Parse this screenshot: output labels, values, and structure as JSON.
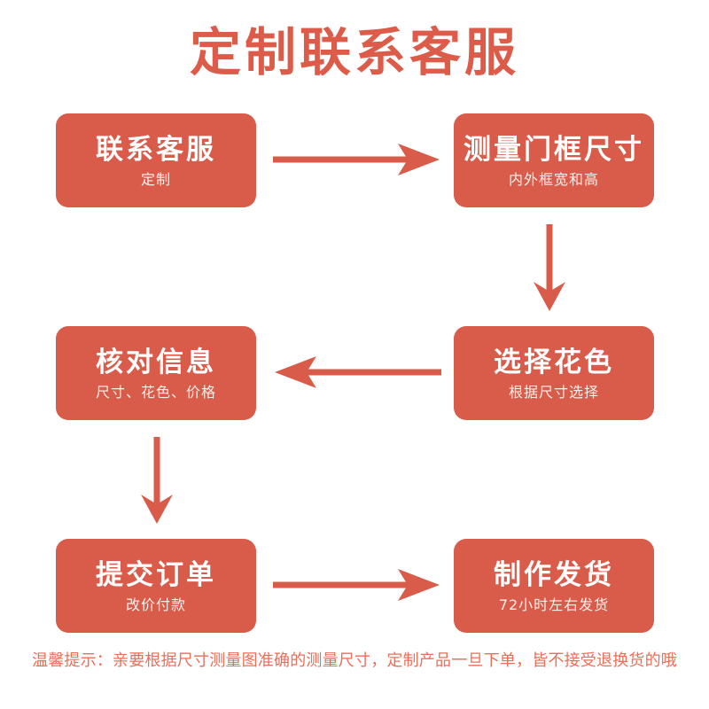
{
  "page": {
    "title": "定制联系客服",
    "background_color": "#ffffff",
    "accent_color": "#d95b4a",
    "title_color": "#dc5b49",
    "footer_color": "#ee6d58"
  },
  "flow": {
    "nodes": [
      {
        "id": "contact-service",
        "title": "联系客服",
        "subtitle": "定制",
        "order": 1
      },
      {
        "id": "measure-frame",
        "title": "测量门框尺寸",
        "subtitle": "内外框宽和高",
        "order": 2
      },
      {
        "id": "choose-pattern",
        "title": "选择花色",
        "subtitle": "根据尺寸选择",
        "order": 3
      },
      {
        "id": "verify-info",
        "title": "核对信息",
        "subtitle": "尺寸、花色、价格",
        "order": 4
      },
      {
        "id": "submit-order",
        "title": "提交订单",
        "subtitle": "改价付款",
        "order": 5
      },
      {
        "id": "make-ship",
        "title": "制作发货",
        "subtitle": "72小时左右发货",
        "order": 6
      }
    ],
    "arrows": [
      {
        "id": "a",
        "from": "contact-service",
        "to": "measure-frame",
        "direction": "right"
      },
      {
        "id": "b",
        "from": "measure-frame",
        "to": "choose-pattern",
        "direction": "down"
      },
      {
        "id": "c",
        "from": "choose-pattern",
        "to": "verify-info",
        "direction": "left"
      },
      {
        "id": "d",
        "from": "verify-info",
        "to": "submit-order",
        "direction": "down"
      },
      {
        "id": "e",
        "from": "submit-order",
        "to": "make-ship",
        "direction": "right"
      }
    ]
  },
  "footer": {
    "note": "温馨提示：亲要根据尺寸测量图准确的测量尺寸，定制产品一旦下单，皆不接受退换货的哦"
  }
}
